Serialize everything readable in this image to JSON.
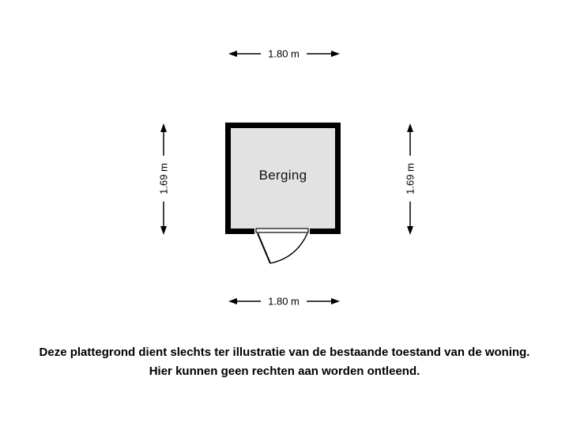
{
  "floorplan": {
    "room_label": "Berging",
    "dimensions": {
      "top": "1.80 m",
      "bottom": "1.80 m",
      "left": "1.69 m",
      "right": "1.69 m"
    },
    "features": {
      "door": "single swing door at bottom wall, opening outward"
    }
  },
  "disclaimer": {
    "line1": "Deze plattegrond dient slechts ter illustratie van de bestaande toestand van de woning.",
    "line2": "Hier kunnen geen rechten aan worden ontleend."
  },
  "colors": {
    "background": "#ffffff",
    "wall": "#000000",
    "room_fill": "#e2e2e2",
    "text": "#000000"
  }
}
